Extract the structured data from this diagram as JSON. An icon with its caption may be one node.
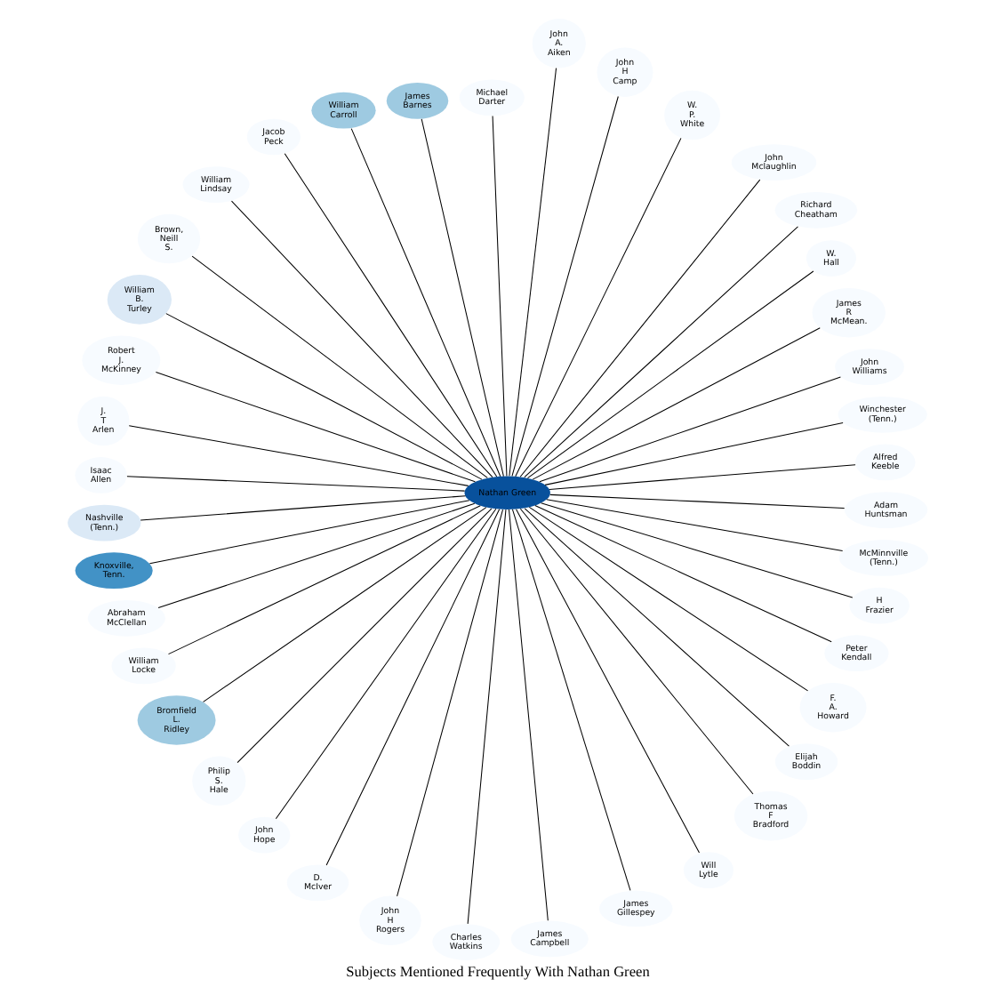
{
  "diagram": {
    "title": "Subjects Mentioned Frequently With Nathan Green",
    "nodes": [
      {
        "text": [
          "Nathan Green"
        ]
      },
      {
        "text": [
          "Alfred Keeble"
        ]
      },
      {
        "text": [
          "Winchester (Tenn.)"
        ]
      },
      {
        "text": [
          "John Williams"
        ]
      },
      {
        "text": [
          "James R McMean."
        ]
      },
      {
        "text": [
          "W. Hall"
        ]
      },
      {
        "text": [
          "Richard Cheatham"
        ]
      },
      {
        "text": [
          "John Mclaughlin"
        ]
      },
      {
        "text": [
          "W. P. White"
        ]
      },
      {
        "text": [
          "John A. Aiken"
        ]
      },
      {
        "text": [
          "John H Camp"
        ]
      },
      {
        "text": [
          "Michael Darter"
        ]
      },
      {
        "text": [
          "James Barnes"
        ]
      },
      {
        "text": [
          "William Carroll"
        ]
      },
      {
        "text": [
          "Jacob Peck"
        ]
      },
      {
        "text": [
          "William Lindsay"
        ]
      },
      {
        "text": [
          "Brown, Neill S."
        ]
      },
      {
        "text": [
          "William B. Turley"
        ]
      },
      {
        "text": [
          "Robert J. McKinney"
        ]
      },
      {
        "text": [
          "J. T Arlen"
        ]
      },
      {
        "text": [
          "Isaac Allen"
        ]
      },
      {
        "text": [
          "Nashville (Tenn.)"
        ]
      },
      {
        "text": [
          "Knoxville, Tenn."
        ]
      },
      {
        "text": [
          "Abraham McClellan"
        ]
      },
      {
        "text": [
          "William Locke"
        ]
      },
      {
        "text": [
          "Bromfield L. Ridley"
        ]
      },
      {
        "text": [
          "Philip S. Hale"
        ]
      },
      {
        "text": [
          "John Hope"
        ]
      },
      {
        "text": [
          "D. McIver"
        ]
      },
      {
        "text": [
          "John H Rogers"
        ]
      },
      {
        "text": [
          "Charles Watkins"
        ]
      },
      {
        "text": [
          "James Campbell"
        ]
      },
      {
        "text": [
          "James Gillespey"
        ]
      },
      {
        "text": [
          "Will Lytle"
        ]
      },
      {
        "text": [
          "Thomas F Bradford"
        ]
      },
      {
        "text": [
          "Elijah Boddin"
        ]
      },
      {
        "text": [
          "F. A. Howard"
        ]
      },
      {
        "text": [
          "Peter Kendall"
        ]
      },
      {
        "text": [
          "H Frazier"
        ]
      },
      {
        "text": [
          "McMinnville (Tenn.)"
        ]
      },
      {
        "text": [
          "Adam Huntsman"
        ]
      }
    ],
    "edges": [
      {
        "from": 0,
        "to": 1,
        "arrow": "none"
      },
      {
        "from": 0,
        "to": 2,
        "arrow": "none"
      },
      {
        "from": 0,
        "to": 3,
        "arrow": "none"
      },
      {
        "from": 0,
        "to": 4,
        "arrow": "none"
      },
      {
        "from": 0,
        "to": 5,
        "arrow": "none"
      },
      {
        "from": 0,
        "to": 6,
        "arrow": "none"
      },
      {
        "from": 0,
        "to": 7,
        "arrow": "none"
      },
      {
        "from": 0,
        "to": 8,
        "arrow": "none"
      },
      {
        "from": 0,
        "to": 9,
        "arrow": "none"
      },
      {
        "from": 0,
        "to": 10,
        "arrow": "none"
      },
      {
        "from": 0,
        "to": 11,
        "arrow": "none"
      },
      {
        "from": 0,
        "to": 12,
        "arrow": "none"
      },
      {
        "from": 0,
        "to": 13,
        "arrow": "none"
      },
      {
        "from": 0,
        "to": 14,
        "arrow": "none"
      },
      {
        "from": 0,
        "to": 15,
        "arrow": "none"
      },
      {
        "from": 0,
        "to": 16,
        "arrow": "none"
      },
      {
        "from": 0,
        "to": 17,
        "arrow": "none"
      },
      {
        "from": 0,
        "to": 18,
        "arrow": "none"
      },
      {
        "from": 0,
        "to": 19,
        "arrow": "none"
      },
      {
        "from": 0,
        "to": 20,
        "arrow": "none"
      },
      {
        "from": 0,
        "to": 21,
        "arrow": "none"
      },
      {
        "from": 0,
        "to": 22,
        "arrow": "none"
      },
      {
        "from": 0,
        "to": 23,
        "arrow": "none"
      },
      {
        "from": 0,
        "to": 24,
        "arrow": "none"
      },
      {
        "from": 0,
        "to": 25,
        "arrow": "none"
      },
      {
        "from": 0,
        "to": 26,
        "arrow": "none"
      },
      {
        "from": 0,
        "to": 27,
        "arrow": "none"
      },
      {
        "from": 0,
        "to": 28,
        "arrow": "none"
      },
      {
        "from": 0,
        "to": 29,
        "arrow": "none"
      },
      {
        "from": 0,
        "to": 30,
        "arrow": "none"
      },
      {
        "from": 0,
        "to": 31,
        "arrow": "none"
      },
      {
        "from": 0,
        "to": 32,
        "arrow": "none"
      },
      {
        "from": 0,
        "to": 33,
        "arrow": "none"
      },
      {
        "from": 0,
        "to": 34,
        "arrow": "none"
      },
      {
        "from": 0,
        "to": 35,
        "arrow": "none"
      },
      {
        "from": 0,
        "to": 36,
        "arrow": "none"
      },
      {
        "from": 0,
        "to": 37,
        "arrow": "none"
      },
      {
        "from": 0,
        "to": 38,
        "arrow": "none"
      },
      {
        "from": 0,
        "to": 39,
        "arrow": "none"
      },
      {
        "from": 0,
        "to": 40,
        "arrow": "none"
      }
    ]
  }
}
